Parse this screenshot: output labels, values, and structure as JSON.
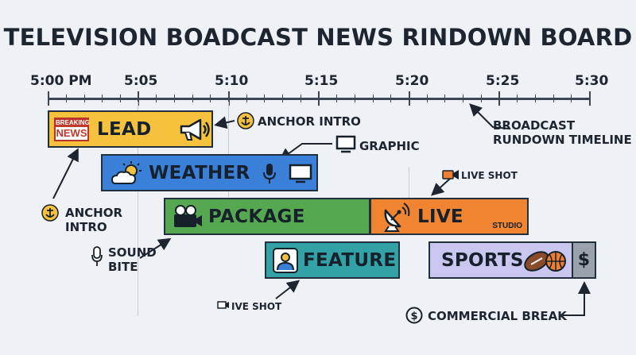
{
  "title": "TELEVISION BOADCAST NEWS RINDOWN BOARD",
  "timeline": {
    "ticks": [
      "5:00 PM",
      "5:05",
      "5:10",
      "5:15",
      "5:20",
      "5:25",
      "5:30"
    ],
    "label_line1": "BROADCAST",
    "label_line2": "RUNDOWN TIMELINE"
  },
  "segments": {
    "lead": {
      "label": "LEAD",
      "badge_top": "BREAKING",
      "badge_bottom": "NEWS",
      "color": "#f6c23e"
    },
    "weather": {
      "label": "WEATHER",
      "color": "#3a7fd8"
    },
    "package": {
      "label": "PACKAGE",
      "color": "#55a84f"
    },
    "live": {
      "label": "LIVE",
      "sublabel": "STUDIO",
      "color": "#f08430"
    },
    "feature": {
      "label": "FEATURE",
      "color": "#32a2a7"
    },
    "sports": {
      "label": "SPORTS",
      "color": "#c9c7ef"
    },
    "commercial_symbol": "$"
  },
  "annotations": {
    "anchor_intro_top": "ANCHOR INTRO",
    "graphic": "GRAPHIC",
    "live_shot_top": "LIVE SHOT",
    "anchor_intro_left_1": "ANCHOR",
    "anchor_intro_left_2": "INTRO",
    "sound_bite_1": "SOUND",
    "sound_bite_2": "BITE",
    "live_shot_bottom": "IVE SHOT",
    "commercial_break": "COMMERCIAL BREAK"
  }
}
